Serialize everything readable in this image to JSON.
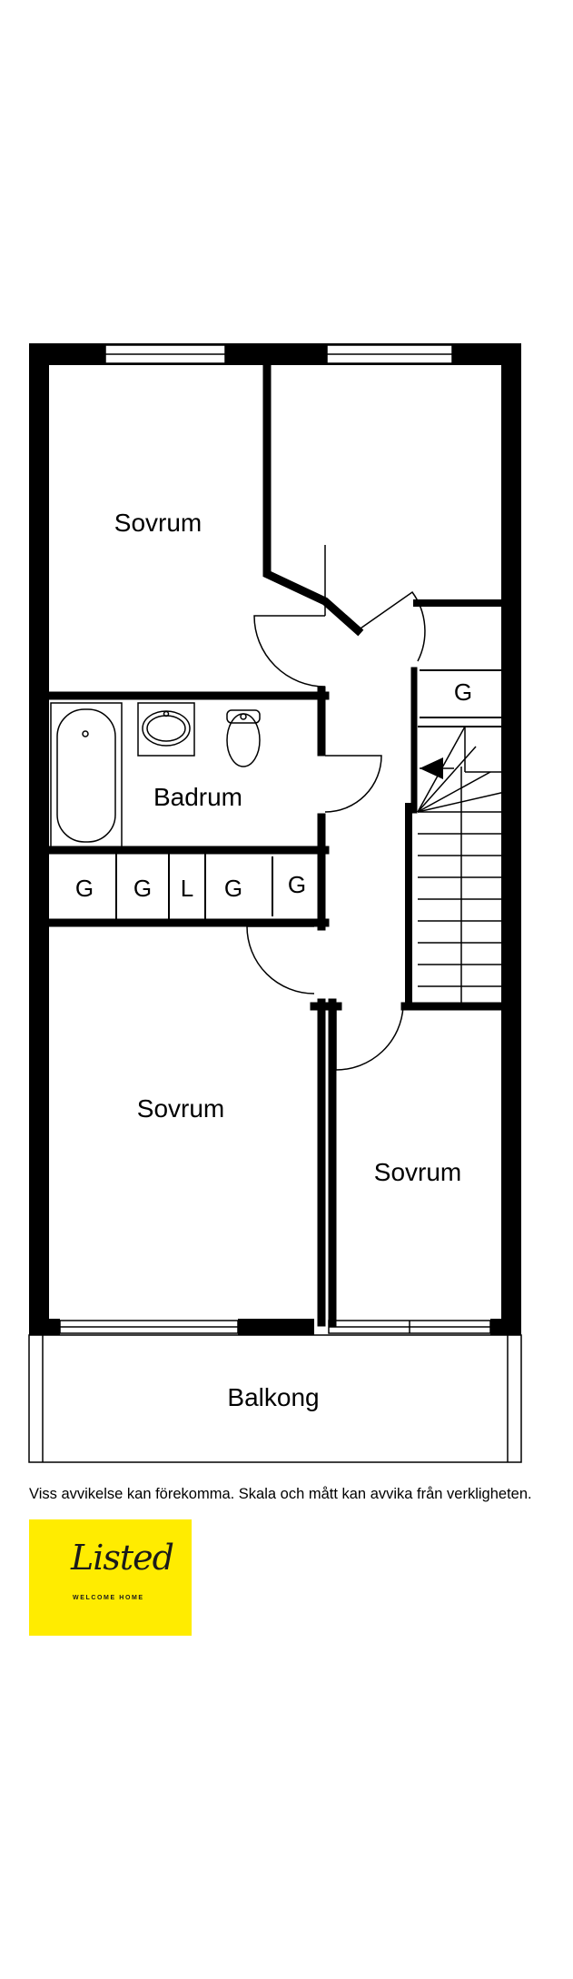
{
  "rooms": {
    "bedroom_top_left": "Sovrum",
    "bathroom": "Badrum",
    "bedroom_bottom_left": "Sovrum",
    "bedroom_bottom_right": "Sovrum",
    "balcony": "Balkong"
  },
  "storage_labels": {
    "closet_right": "G",
    "closet_1": "G",
    "closet_2": "G",
    "linen": "L",
    "closet_3": "G",
    "closet_hall": "G"
  },
  "disclaimer": "Viss avvikelse kan förekomma. Skala och mått kan avvika från verkligheten.",
  "logo": {
    "script": "Listed",
    "tagline": "WELCOME HOME",
    "color": "#ffec00"
  }
}
